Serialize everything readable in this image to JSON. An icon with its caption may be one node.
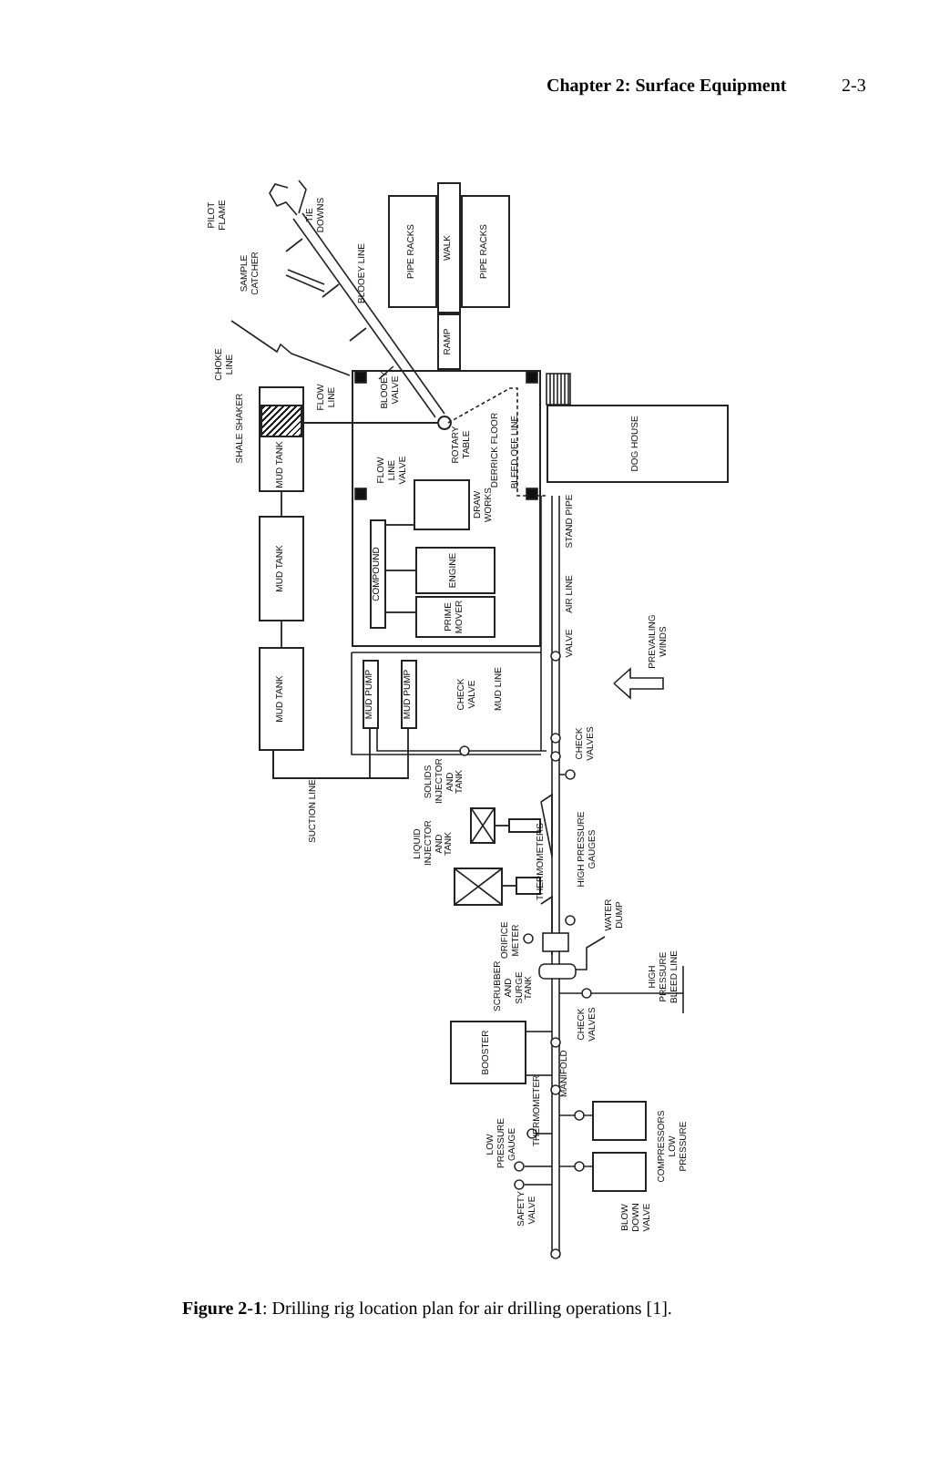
{
  "diagram": {
    "caption": "**Figure 2-1**: Drilling rig location plan for air drilling operations [1].",
    "nodes": [
      {
        "text": [
          "PIPE RACKS"
        ]
      },
      {
        "text": [
          "PIPE RACKS"
        ]
      },
      {
        "text": [
          "WALK"
        ]
      },
      {
        "text": [
          "RAMP"
        ]
      },
      {
        "text": [
          "MUD TANK"
        ]
      },
      {
        "text": [
          "SHALE SHAKER"
        ],
        "in": 4
      },
      {
        "text": [
          "MUD TANK"
        ]
      },
      {
        "text": [
          "MUD TANK"
        ]
      },
      {
        "text": [
          "DERRICK FLOOR"
        ]
      },
      {
        "text": [
          "COMPOUND"
        ],
        "in": 8
      },
      {
        "text": [
          "DRAW WORKS"
        ],
        "in": 8
      },
      {
        "text": [
          "ENGINE"
        ],
        "in": 8
      },
      {
        "text": [
          "PRIME MOVER"
        ],
        "in": 8
      },
      {
        "text": [
          "MUD PUMP"
        ]
      },
      {
        "text": [
          "MUD PUMP"
        ]
      },
      {
        "text": [
          "DOG HOUSE"
        ]
      },
      {
        "text": [],
        "shape": "circle",
        "in": 8,
        "beside": [
          "ROTARY TABLE"
        ]
      },
      {
        "text": [
          "SOLIDS INJECTOR AND TANK"
        ]
      },
      {
        "text": [
          "LIQUID INJECTOR AND TANK"
        ]
      },
      {
        "text": [],
        "shape": "box"
      },
      {
        "text": [],
        "shape": "box"
      },
      {
        "text": [
          "BOOSTER"
        ]
      },
      {
        "text": [],
        "shape": "box"
      },
      {
        "text": [],
        "shape": "box"
      }
    ],
    "edges": [
      {
        "from": 4,
        "to": 6,
        "arrow": "none"
      },
      {
        "from": 6,
        "to": 7,
        "arrow": "none"
      },
      {
        "from": 16,
        "to": 5,
        "arrow": "none"
      },
      {
        "from": 7,
        "to": 13,
        "arrow": "none"
      },
      {
        "from": 7,
        "to": 14,
        "arrow": "none"
      },
      {
        "from": 9,
        "to": 10,
        "arrow": "none"
      },
      {
        "from": 9,
        "to": 11,
        "arrow": "none"
      },
      {
        "from": 9,
        "to": 12,
        "arrow": "none"
      },
      {
        "from": 17,
        "to": 19,
        "arrow": "none"
      },
      {
        "from": 18,
        "to": 20,
        "arrow": "none"
      }
    ],
    "labels": [
      "Chapter 2: Surface Equipment",
      "2-3",
      "PILOT FLAME",
      "TIE DOWNS",
      "SAMPLE CATCHER",
      "BLOOEY LINE",
      "CHOKE LINE",
      "FLOW LINE",
      "BLOOEY VALVE",
      "FLOW LINE VALVE",
      "BLEED OFF LINE",
      "STAND PIPE",
      "AIR LINE",
      "VALVE",
      "PREVAILING WINDS",
      "CHECK VALVE",
      "MUD LINE",
      "CHECK VALVES",
      "SUCTION LINE",
      "THERMOMETERS",
      "HIGH PRESSURE GAUGES",
      "ORIFICE METER",
      "WATER DUMP",
      "SCRUBBER AND SURGE TANK",
      "HIGH PRESSURE BLEED LINE",
      "CHECK VALVES",
      "MANIFOLD",
      "LOW PRESSURE GAUGE",
      "THERMOMETER",
      "SAFETY VALVE",
      "BLOW DOWN VALVE",
      "COMPRESSORS LOW PRESSURE"
    ]
  }
}
